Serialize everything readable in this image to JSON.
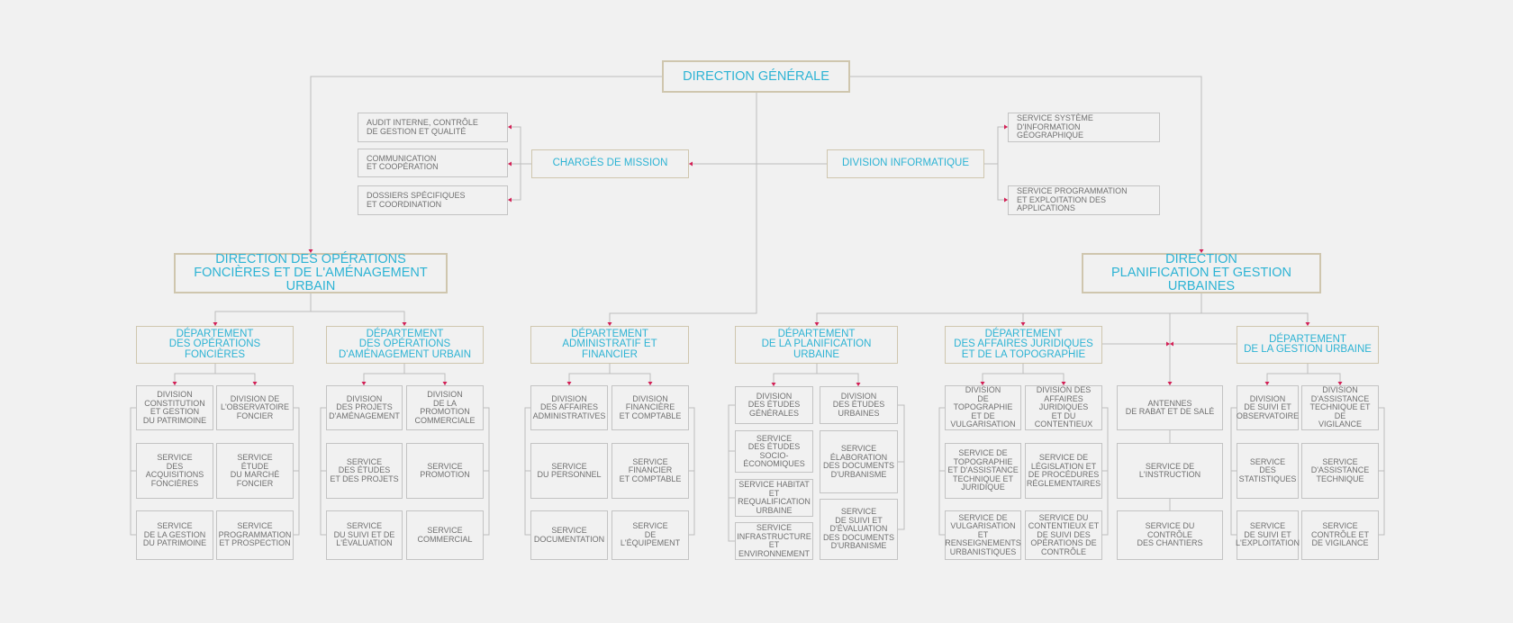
{
  "colors": {
    "accent": "#2db3d4",
    "connector": "#d31f55",
    "line": "#bdbdbd",
    "box_border": "#c3c3c3",
    "title_border": "#cfc6ae",
    "background": "#f1f1f1"
  },
  "top": {
    "direction_generale": "DIRECTION GÉNÉRALE"
  },
  "staff": {
    "charges_de_mission": "CHARGÉS DE MISSION",
    "division_informatique": "DIVISION INFORMATIQUE",
    "audit": "AUDIT INTERNE, CONTRÔLE\nDE GESTION ET QUALITÉ",
    "communication": "COMMUNICATION\nET COOPÉRATION",
    "dossiers": "DOSSIERS SPÉCIFIQUES\nET COORDINATION",
    "sig": "SERVICE SYSTÈME D'INFORMATION\nGÉOGRAPHIQUE",
    "programmation": "SERVICE PROGRAMMATION\nET EXPLOITATION DES APPLICATIONS"
  },
  "directions": {
    "dofau": "DIRECTION DES OPÉRATIONS\nFONCIÈRES ET DE L'AMÉNAGEMENT URBAIN",
    "dpgu": "DIRECTION\nPLANIFICATION ET GESTION URBAINES"
  },
  "departments": {
    "dof": "DÉPARTEMENT\nDES OPÉRATIONS FONCIÈRES",
    "doau": "DÉPARTEMENT\nDES OPÉRATIONS\nD'AMÉNAGEMENT URBAIN",
    "daf": "DÉPARTEMENT\nADMINISTRATIF ET FINANCIER",
    "dpu": "DÉPARTEMENT\nDE LA PLANIFICATION URBAINE",
    "dajt": "DÉPARTEMENT\nDES AFFAIRES JURIDIQUES\nET DE LA TOPOGRAPHIE",
    "dgu": "DÉPARTEMENT\nDE LA GESTION URBAINE"
  },
  "units": {
    "dof_div1": "DIVISION\nCONSTITUTION\nET GESTION\nDU PATRIMOINE",
    "dof_div2": "DIVISION DE\nL'OBSERVATOIRE\nFONCIER",
    "dof_s1": "SERVICE\nDES ACQUISITIONS\nFONCIÈRES",
    "dof_s2": "SERVICE\nÉTUDE\nDU MARCHÉ\nFONCIER",
    "dof_s3": "SERVICE\nDE LA GESTION\nDU PATRIMOINE",
    "dof_s4": "SERVICE\nPROGRAMMATION\nET PROSPECTION",
    "doau_div1": "DIVISION\nDES PROJETS\nD'AMÉNAGEMENT",
    "doau_div2": "DIVISION\nDE LA\nPROMOTION\nCOMMERCIALE",
    "doau_s1": "SERVICE\nDES ÉTUDES\nET DES PROJETS",
    "doau_s2": "SERVICE\nPROMOTION",
    "doau_s3": "SERVICE\nDU SUIVI ET DE\nL'ÉVALUATION",
    "doau_s4": "SERVICE\nCOMMERCIAL",
    "daf_div1": "DIVISION\nDES AFFAIRES\nADMINISTRATIVES",
    "daf_div2": "DIVISION\nFINANCIÈRE\nET COMPTABLE",
    "daf_s1": "SERVICE\nDU PERSONNEL",
    "daf_s2": "SERVICE\nFINANCIER\nET COMPTABLE",
    "daf_s3": "SERVICE\nDOCUMENTATION",
    "daf_s4": "SERVICE\nDE L'ÉQUIPEMENT",
    "dpu_div1": "DIVISION\nDES ÉTUDES\nGÉNÉRALES",
    "dpu_div2": "DIVISION\nDES ÉTUDES\nURBAINES",
    "dpu_s1": "SERVICE\nDES ÉTUDES\nSOCIO-\nÉCONOMIQUES",
    "dpu_s2": "SERVICE HABITAT ET\nREQUALIFICATION\nURBAINE",
    "dpu_s3": "SERVICE\nINFRASTRUCTURE\nET ENVIRONNEMENT",
    "dpu_s4": "SERVICE\nÉLABORATION\nDES DOCUMENTS\nD'URBANISME",
    "dpu_s5": "SERVICE\nDE SUIVI ET\nD'ÉVALUATION\nDES DOCUMENTS\nD'URBANISME",
    "dajt_div1": "DIVISION\nDE TOPOGRAPHIE\nET DE\nVULGARISATION",
    "dajt_div2": "DIVISION DES\nAFFAIRES\nJURIDIQUES\nET DU CONTENTIEUX",
    "dajt_s1": "SERVICE DE\nTOPOGRAPHIE\nET D'ASSISTANCE\nTECHNIQUE ET\nJURIDIQUE",
    "dajt_s2": "SERVICE DE\nLÉGISLATION ET\nDE PROCÉDURES\nRÉGLEMENTAIRES",
    "dajt_s3": "SERVICE DE\nVULGARISATION\nET\nRENSEIGNEMENTS\nURBANISTIQUES",
    "dajt_s4": "SERVICE DU\nCONTENTIEUX ET\nDE SUIVI DES\nOPÉRATIONS DE\nCONTRÔLE",
    "ant_main": "ANTENNES\nDE RABAT ET DE SALÉ",
    "ant_s1": "SERVICE DE\nL'INSTRUCTION",
    "ant_s2": "SERVICE DU\nCONTRÔLE\nDES CHANTIERS",
    "dgu_div1": "DIVISION\nDE SUIVI ET\nOBSERVATOIRE",
    "dgu_div2": "DIVISION\nD'ASSISTANCE\nTECHNIQUE ET DE\nVIGILANCE",
    "dgu_s1": "SERVICE\nDES\nSTATISTIQUES",
    "dgu_s2": "SERVICE\nD'ASSISTANCE\nTECHNIQUE",
    "dgu_s3": "SERVICE\nDE SUIVI ET\nL'EXPLOITATION",
    "dgu_s4": "SERVICE\nCONTRÔLE ET\nDE VIGILANCE"
  }
}
